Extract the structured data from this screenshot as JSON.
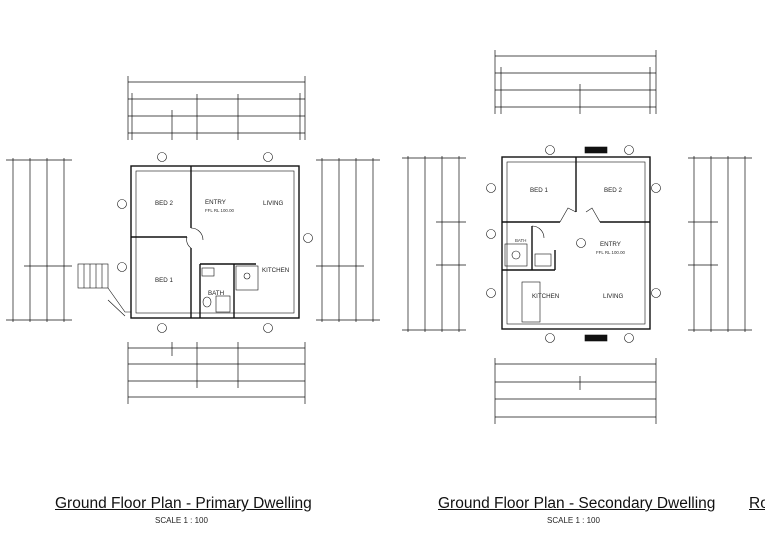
{
  "primary": {
    "title": "Ground Floor Plan - Primary Dwelling",
    "scale": "SCALE 1 : 100",
    "rooms": {
      "bed2": "BED 2",
      "entry": "ENTRY",
      "ffl": "FFL RL 100.00",
      "living": "LIVING",
      "bed1": "BED 1",
      "kitchen": "KITCHEN",
      "bath": "BATH"
    }
  },
  "secondary": {
    "title": "Ground Floor Plan - Secondary Dwelling",
    "scale": "SCALE 1 : 100",
    "rooms": {
      "bed1": "BED 1",
      "bed2": "BED 2",
      "bath": "BATH",
      "entry": "ENTRY",
      "ffl": "FFL RL 100.00",
      "kitchen": "KITCHEN",
      "living": "LIVING"
    }
  },
  "partial_title": "Ro",
  "colors": {
    "ink": "#111111",
    "paper": "#ffffff",
    "dim": "#333333"
  }
}
